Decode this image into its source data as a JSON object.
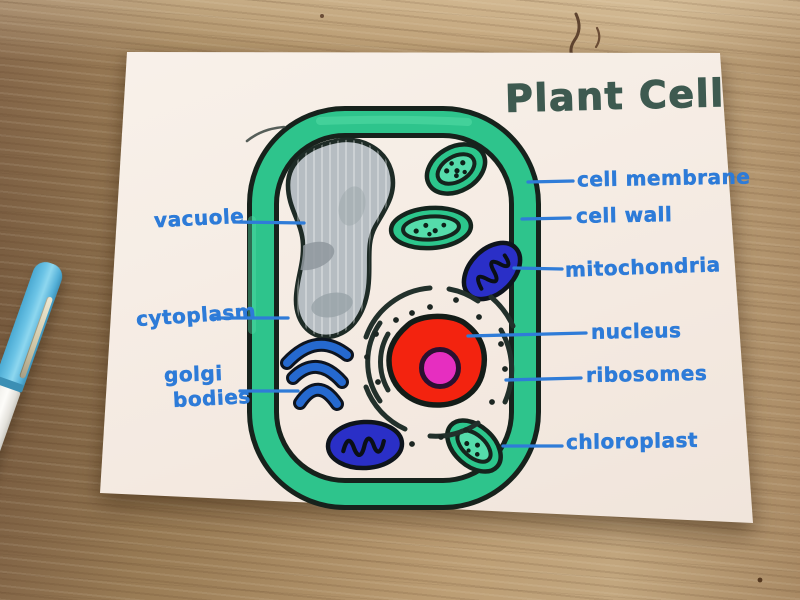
{
  "title": "Plant Cell",
  "labels": {
    "vacuole": "vacuole",
    "cytoplasm": "cytoplasm",
    "golgi_line1": "golgi",
    "golgi_line2": "bodies",
    "cell_membrane": "cell membrane",
    "cell_wall": "cell wall",
    "mitochondria": "mitochondria",
    "nucleus": "nucleus",
    "ribosomes": "ribosomes",
    "chloroplast": "chloroplast"
  },
  "diagram": {
    "type": "hand-drawn plant cell diagram",
    "organelles": [
      {
        "name": "cell wall",
        "color": "#2ec48c"
      },
      {
        "name": "cell membrane",
        "color": "#17221c"
      },
      {
        "name": "vacuole",
        "color": "#b6bdc2"
      },
      {
        "name": "chloroplast",
        "color": "#2cc68c",
        "count": 3
      },
      {
        "name": "mitochondria",
        "color": "#2a2fc7",
        "count": 2
      },
      {
        "name": "nucleus",
        "color": "#f3230f"
      },
      {
        "name": "nucleolus",
        "color": "#e62ec0"
      },
      {
        "name": "golgi bodies",
        "color": "#2569cf"
      },
      {
        "name": "ribosomes",
        "color": "#22302b"
      }
    ]
  },
  "colors": {
    "label_ink": "#2d7bd8",
    "title_ink": "#3e5a50",
    "paper": "#f6ede5",
    "wood": "#ab8c66",
    "pen_cap_blue": "#5ab9df",
    "pen_barrel_white": "#f2f1ed"
  }
}
